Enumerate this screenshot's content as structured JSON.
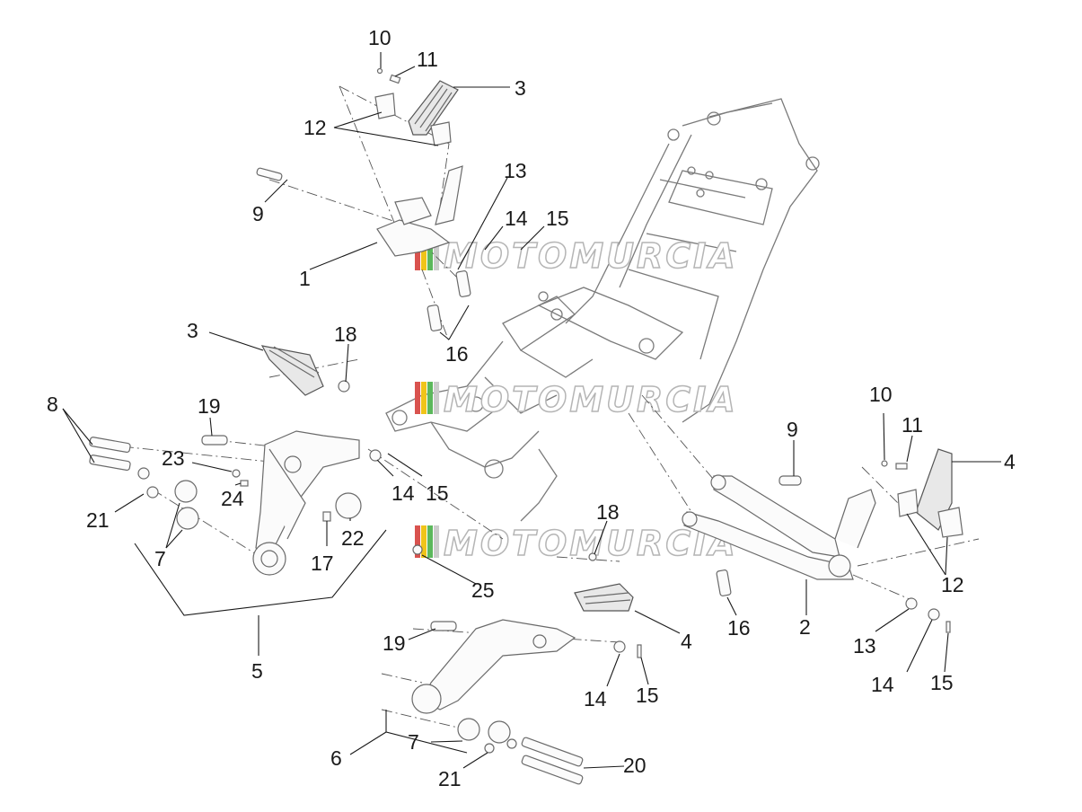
{
  "watermark": {
    "text": "MOTOMURCIA",
    "stripe_colors": [
      "#d9534f",
      "#f0c419",
      "#5cb85c",
      "#cccccc"
    ]
  },
  "callouts": {
    "c10a": "10",
    "c11a": "11",
    "c3a": "3",
    "c12a": "12",
    "c9a": "9",
    "c13a": "13",
    "c14a": "14",
    "c15a": "15",
    "c1": "1",
    "c16a": "16",
    "c3b": "3",
    "c18a": "18",
    "c19a": "19",
    "c8": "8",
    "c23": "23",
    "c24": "24",
    "c21a": "21",
    "c14b": "14",
    "c15b": "15",
    "c22": "22",
    "c7a": "7",
    "c17": "17",
    "c5": "5",
    "c25": "25",
    "c18b": "18",
    "c19b": "19",
    "c4a": "4",
    "c14c": "14",
    "c15c": "15",
    "c6": "6",
    "c7b": "7",
    "c21b": "21",
    "c20": "20",
    "c9b": "9",
    "c10b": "10",
    "c11b": "11",
    "c4b": "4",
    "c12b": "12",
    "c16b": "16",
    "c2": "2",
    "c13b": "13",
    "c14d": "14",
    "c15d": "15"
  }
}
